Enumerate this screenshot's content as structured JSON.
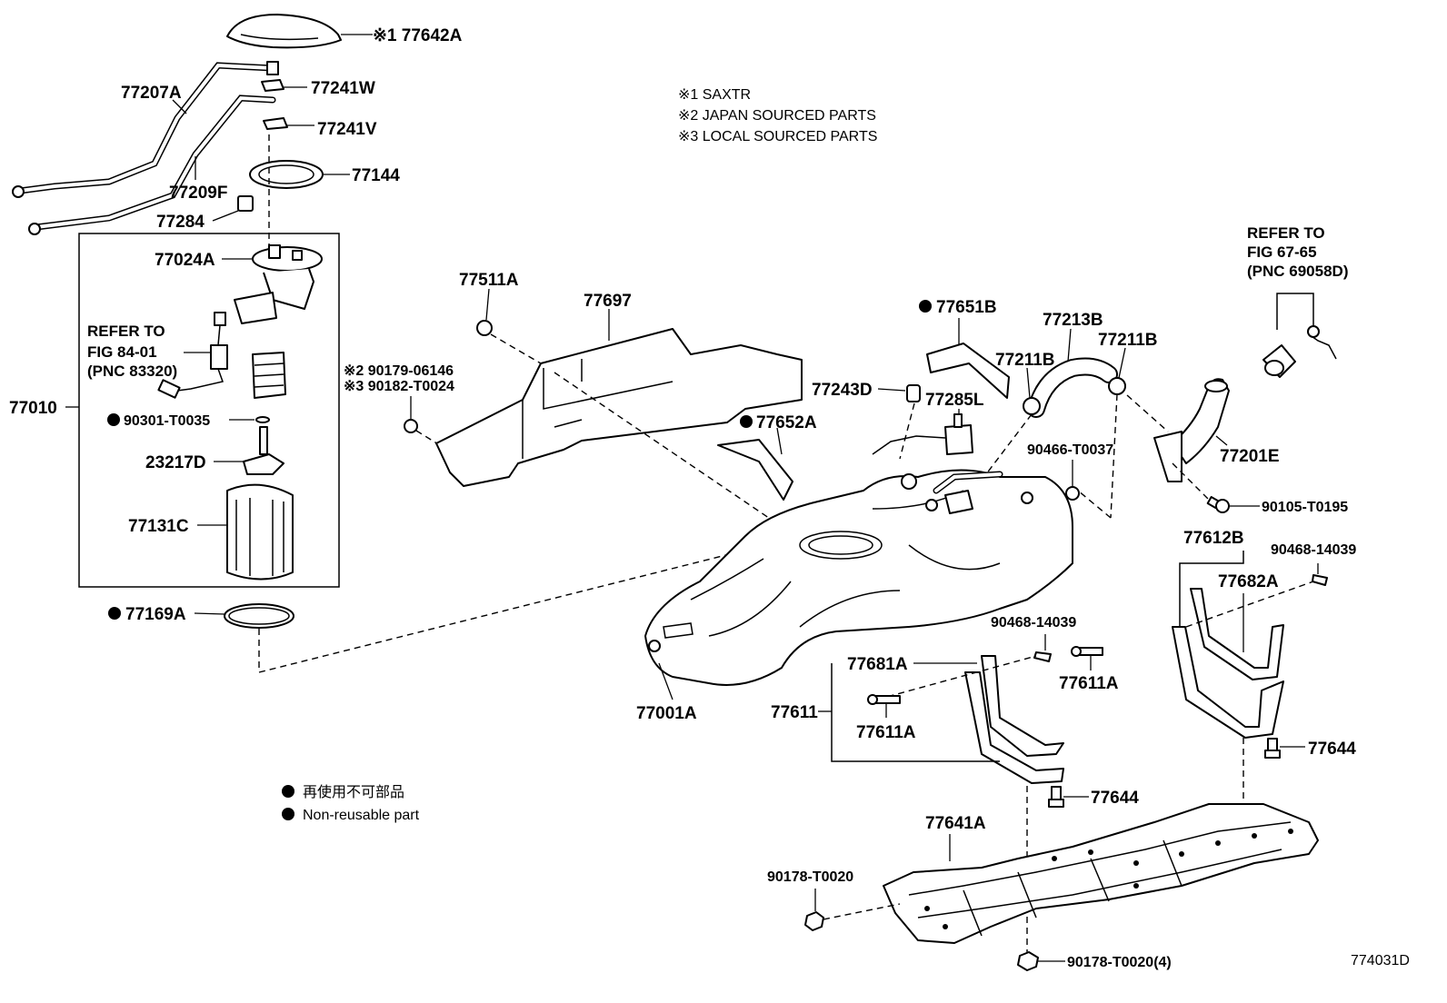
{
  "notes": [
    "※1 SAXTR",
    "※2 JAPAN SOURCED PARTS",
    "※3 LOCAL SOURCED PARTS"
  ],
  "legend": {
    "jp": "再使用不可部品",
    "en": "Non-reusable part"
  },
  "refs": {
    "pump_ref_l1": "REFER TO",
    "pump_ref_l2": "FIG 84-01",
    "pump_ref_l3": "(PNC 83320)",
    "filler_ref_l1": "REFER TO",
    "filler_ref_l2": "FIG 67-65",
    "filler_ref_l3": "(PNC 69058D)"
  },
  "labels": {
    "p77642A": "※1 77642A",
    "p77207A": "77207A",
    "p77241W": "77241W",
    "p77241V": "77241V",
    "p77144": "77144",
    "p77209F": "77209F",
    "p77284": "77284",
    "p77024A": "77024A",
    "p77010": "77010",
    "p90179": "※2 90179-06146",
    "p90182": "※3 90182-T0024",
    "p90301": "90301-T0035",
    "p23217D": "23217D",
    "p77131C": "77131C",
    "p77169A": "77169A",
    "p77511A": "77511A",
    "p77697": "77697",
    "p77651B": "77651B",
    "p77213B": "77213B",
    "p77211B_a": "77211B",
    "p77211B_b": "77211B",
    "p77243D": "77243D",
    "p77285L": "77285L",
    "p77652A": "77652A",
    "p90466": "90466-T0037",
    "p77201E": "77201E",
    "p90105": "90105-T0195",
    "p77612B": "77612B",
    "p90468_a": "90468-14039",
    "p77682A": "77682A",
    "p90468_b": "90468-14039",
    "p77681A": "77681A",
    "p77611A_a": "77611A",
    "p77611": "77611",
    "p77611A_b": "77611A",
    "p77001A": "77001A",
    "p77644_a": "77644",
    "p77644_b": "77644",
    "p77641A": "77641A",
    "p90178_a": "90178-T0020",
    "p90178_b": "90178-T0020(4)"
  },
  "figure_id": "774031D"
}
